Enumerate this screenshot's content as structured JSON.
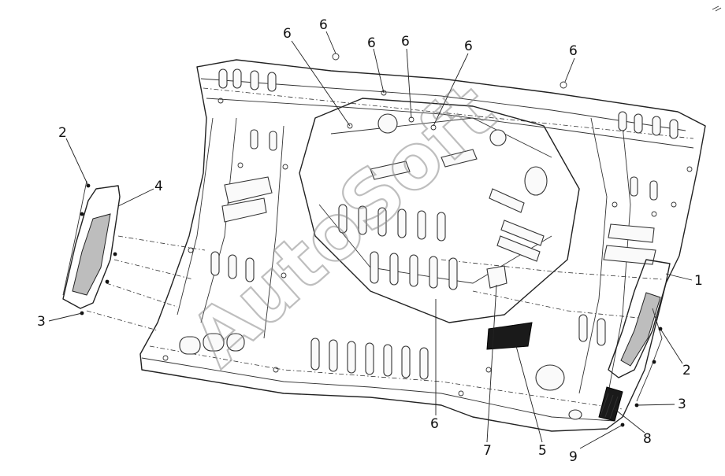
{
  "diagram": {
    "callouts": [
      {
        "id": "c6a",
        "text": "6"
      },
      {
        "id": "c6b",
        "text": "6"
      },
      {
        "id": "c6c",
        "text": "6"
      },
      {
        "id": "c6d",
        "text": "6"
      },
      {
        "id": "c6e",
        "text": "6"
      },
      {
        "id": "c6f",
        "text": "6"
      },
      {
        "id": "c2l",
        "text": "2"
      },
      {
        "id": "c4",
        "text": "4"
      },
      {
        "id": "c3l",
        "text": "3"
      },
      {
        "id": "c1",
        "text": "1"
      },
      {
        "id": "c2r",
        "text": "2"
      },
      {
        "id": "c3r",
        "text": "3"
      },
      {
        "id": "c8",
        "text": "8"
      },
      {
        "id": "c9",
        "text": "9"
      },
      {
        "id": "c5",
        "text": "5"
      },
      {
        "id": "c7",
        "text": "7"
      },
      {
        "id": "c6g",
        "text": "6"
      }
    ],
    "watermark": "AutoSoft"
  }
}
